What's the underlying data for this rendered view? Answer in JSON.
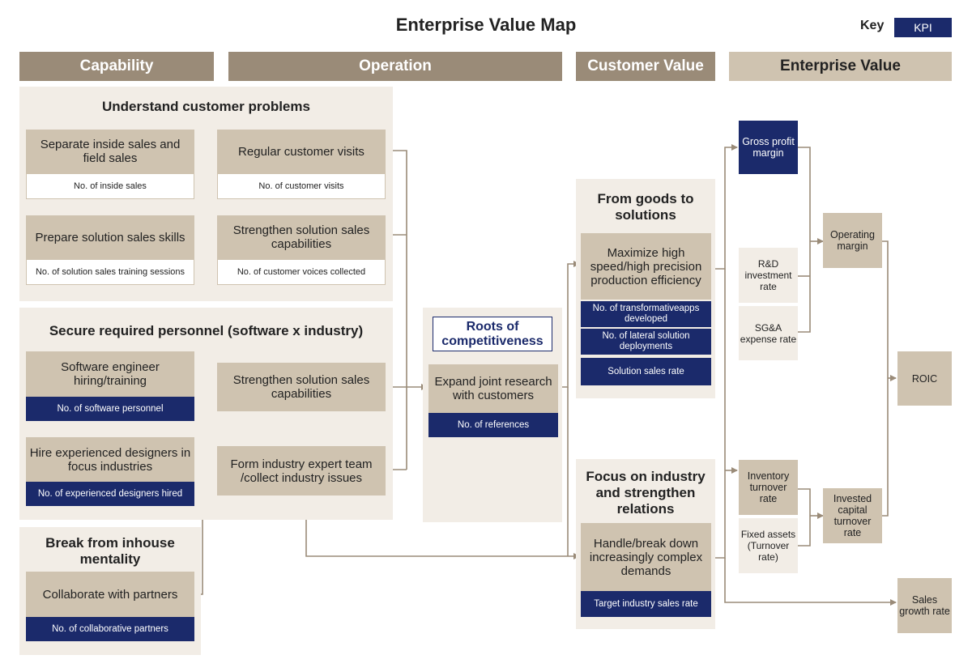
{
  "title": "Enterprise Value Map",
  "key": {
    "label": "Key",
    "kpi": "KPI"
  },
  "columns": {
    "capability": "Capability",
    "operation": "Operation",
    "customer_value": "Customer Value",
    "enterprise_value": "Enterprise Value"
  },
  "capability": {
    "understand": {
      "title": "Understand customer problems",
      "separate": {
        "label": "Separate inside sales and field sales",
        "metric": "No. of inside sales"
      },
      "prepare": {
        "label": "Prepare solution sales skills",
        "metric": "No. of solution sales training sessions"
      }
    },
    "secure": {
      "title": "Secure required personnel (software x industry)",
      "software": {
        "label": "Software engineer hiring/training",
        "kpi": "No. of software personnel"
      },
      "designers": {
        "label": "Hire experienced designers in focus industries",
        "kpi": "No. of experienced designers hired"
      }
    },
    "break": {
      "title": "Break from inhouse mentality",
      "collaborate": {
        "label": "Collaborate with partners",
        "kpi": "No. of collaborative partners"
      }
    }
  },
  "operation": {
    "visits": {
      "label": "Regular customer visits",
      "metric": "No. of customer visits"
    },
    "strengthen1": {
      "label": "Strengthen solution sales capabilities",
      "metric": "No. of customer voices collected"
    },
    "strengthen2": {
      "label": "Strengthen solution sales capabilities"
    },
    "expert": {
      "label": "Form industry expert team /collect industry issues"
    },
    "roots": {
      "label": "Roots of competitiveness"
    },
    "joint": {
      "label": "Expand joint research with customers",
      "kpi": "No. of references"
    }
  },
  "customer_value": {
    "goods": {
      "title": "From goods to solutions",
      "maximize": "Maximize high speed/high precision production efficiency",
      "kpis": [
        "No. of transformativeapps developed",
        "No. of lateral solution deployments",
        "Solution sales rate"
      ]
    },
    "industry": {
      "title": "Focus on industry and strengthen relations",
      "handle": "Handle/break down increasingly complex demands",
      "kpi": "Target industry sales rate"
    }
  },
  "enterprise_value": {
    "gross": "Gross profit margin",
    "rd": "R&D investment rate",
    "sga": "SG&A expense rate",
    "operating": "Operating margin",
    "roic": "ROIC",
    "inventory": "Inventory turnover rate",
    "fixed": "Fixed assets (Turnover rate)",
    "invested": "Invested capital turnover rate",
    "sales_growth": "Sales growth rate"
  },
  "colors": {
    "header_dark": "#9a8b78",
    "header_light": "#cfc3b0",
    "panel": "#f2ede6",
    "box": "#cfc3b0",
    "kpi": "#1b2a6b",
    "line": "#9a8b78"
  }
}
